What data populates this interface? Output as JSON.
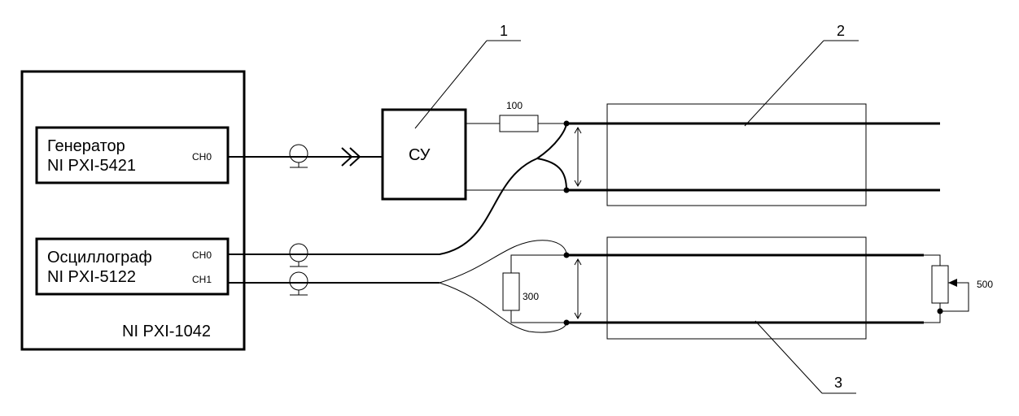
{
  "chassis": {
    "label": "NI PXI-1042"
  },
  "generator": {
    "name": "Генератор",
    "model": "NI PXI-5421",
    "ch0": "CH0"
  },
  "oscilloscope": {
    "name": "Осциллограф",
    "model": "NI PXI-5122",
    "ch0": "CH0",
    "ch1": "CH1"
  },
  "control_unit": {
    "label": "СУ"
  },
  "resistors": {
    "r_series": "100",
    "r_load_left": "300",
    "r_load_right": "500"
  },
  "callouts": {
    "c1": "1",
    "c2": "2",
    "c3": "3"
  }
}
